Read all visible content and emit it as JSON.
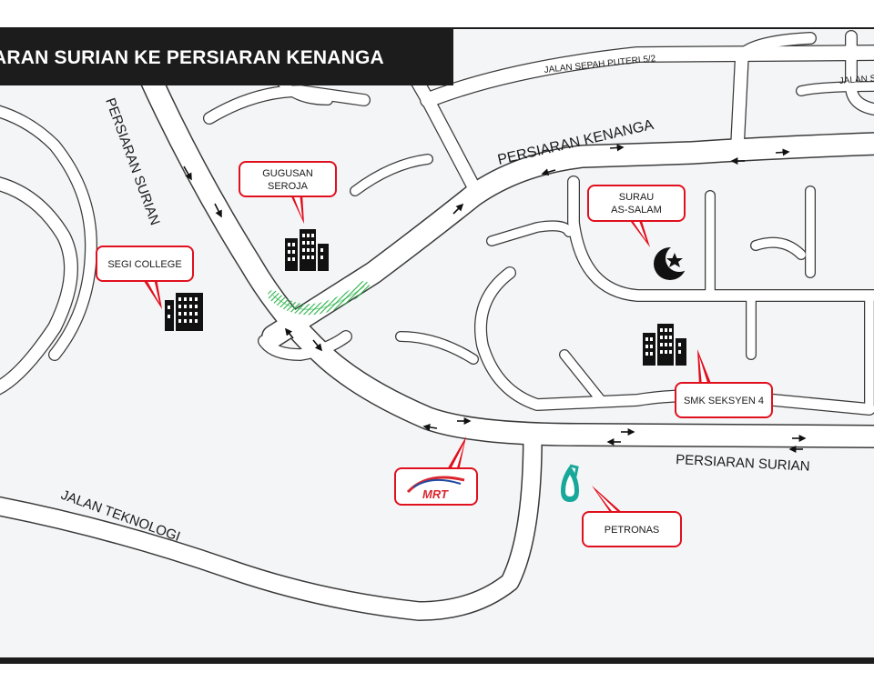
{
  "title": "ARAN SURIAN KE PERSIARAN KENANGA",
  "colors": {
    "background": "#f4f5f7",
    "road_fill": "#ffffff",
    "road_edge": "#3a3a3a",
    "title_bg": "#1c1c1c",
    "callout_border": "#e0101e",
    "highlight": "#2bb34a",
    "petronas": "#18a89a",
    "mrt_red": "#d9272e",
    "mrt_blue": "#1f4aa3"
  },
  "roads": {
    "sepah_puteri": "JALAN SEPAH PUTERI 5/2",
    "jalan_top_right": "JALAN S",
    "kenanga": "PERSIARAN KENANGA",
    "surian_vertical": "PERSIARAN SURIAN",
    "surian_horizontal": "PERSIARAN SURIAN",
    "teknologi": "JALAN TEKNOLOGI"
  },
  "landmarks": {
    "gugusan": {
      "line1": "GUGUSAN",
      "line2": "SEROJA",
      "icon": "building-icon"
    },
    "segi": {
      "line1": "SEGI COLLEGE",
      "icon": "building-icon"
    },
    "surau": {
      "line1": "SURAU",
      "line2": "AS-SALAM",
      "icon": "crescent-star-icon"
    },
    "smk": {
      "line1": "SMK SEKSYEN 4",
      "icon": "building-icon"
    },
    "mrt": {
      "label": "MRT",
      "icon": "mrt-logo-icon"
    },
    "petronas": {
      "line1": "PETRONAS",
      "icon": "petronas-logo-icon"
    }
  }
}
